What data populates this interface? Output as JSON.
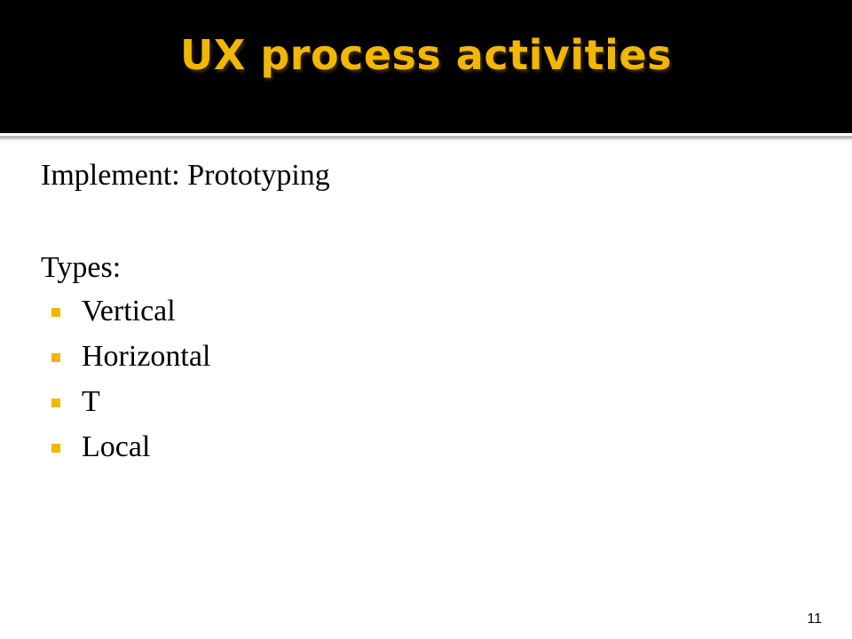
{
  "slide": {
    "title": "UX process activities",
    "heading": "Implement: Prototyping",
    "types_label": "Types:",
    "bullets": [
      {
        "label": "Vertical"
      },
      {
        "label": "Horizontal"
      },
      {
        "label": "T"
      },
      {
        "label": "Local"
      }
    ],
    "page_number": "11"
  },
  "colors": {
    "title_bar": "#000000",
    "accent": "#f2b705",
    "text": "#000000",
    "background": "#ffffff"
  }
}
